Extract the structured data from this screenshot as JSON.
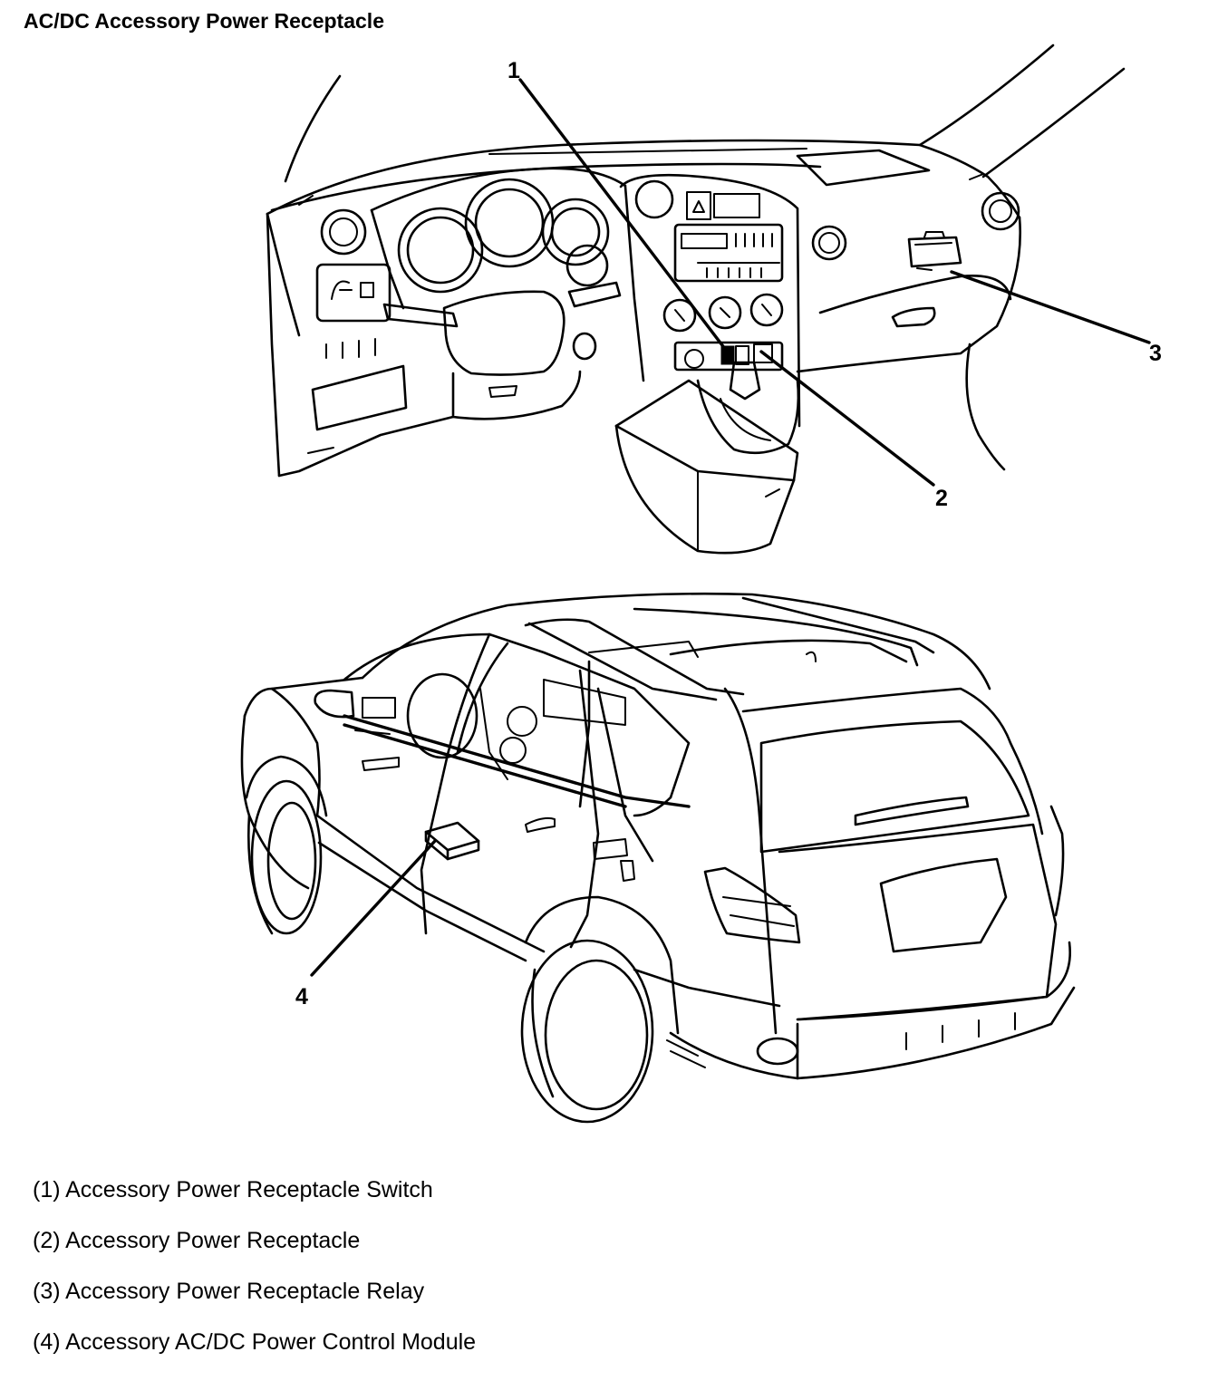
{
  "title": "AC/DC Accessory Power Receptacle",
  "callouts": [
    {
      "number": "1"
    },
    {
      "number": "2"
    },
    {
      "number": "3"
    },
    {
      "number": "4"
    }
  ],
  "legend": [
    {
      "text": "(1) Accessory Power Receptacle Switch"
    },
    {
      "text": "(2) Accessory Power Receptacle"
    },
    {
      "text": "(3) Accessory Power Receptacle Relay"
    },
    {
      "text": "(4) Accessory AC/DC Power Control Module"
    }
  ]
}
